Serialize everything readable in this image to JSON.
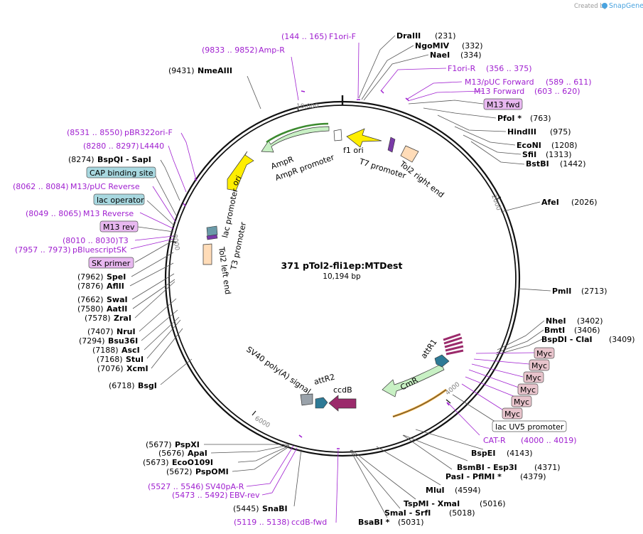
{
  "app": {
    "credit": "Created by",
    "brand": "SnapGene"
  },
  "map": {
    "name": "371 pTol2-fli1ep:MTDest",
    "length": "10,194 bp",
    "ticks": [
      "10,000",
      "2000",
      "4000",
      "6000",
      "8000"
    ]
  },
  "features": [
    {
      "label": "f1 ori",
      "color": "#ffee00"
    },
    {
      "label": "T7 promoter",
      "color": "#7a3aa8"
    },
    {
      "label": "Tol2 right end",
      "color": "#ffdcb8"
    },
    {
      "label": "AmpR",
      "color": "#c8f0c4"
    },
    {
      "label": "AmpR promoter",
      "color": "#c8f0c4"
    },
    {
      "label": "ori",
      "color": "#ffee00"
    },
    {
      "label": "lac promoter",
      "color": "#6a9aa8"
    },
    {
      "label": "T3 promoter",
      "color": "#7a3aa8"
    },
    {
      "label": "Tol2 left end",
      "color": "#ffdcb8"
    },
    {
      "label": "CmR",
      "color": "#c8f0c4"
    },
    {
      "label": "ccdB",
      "color": "#9b2a6b"
    },
    {
      "label": "attR1",
      "color": "#2e7a96"
    },
    {
      "label": "attR2",
      "color": "#2e7a96"
    },
    {
      "label": "SV40 poly(A) signal",
      "color": "#9aa2aa"
    }
  ],
  "labels_top": [
    {
      "pos": "(231)",
      "name": "DraIII"
    },
    {
      "pos": "(332)",
      "name": "NgoMIV"
    },
    {
      "pos": "(334)",
      "name": "NaeI"
    },
    {
      "pos": "(763)",
      "name": "PfoI *"
    },
    {
      "pos": "(975)",
      "name": "HindIII"
    },
    {
      "pos": "(1208)",
      "name": "EcoNI"
    },
    {
      "pos": "(1313)",
      "name": "SfiI"
    },
    {
      "pos": "(1442)",
      "name": "BstBI"
    },
    {
      "pos": "(2026)",
      "name": "AfeI"
    },
    {
      "pos": "(2713)",
      "name": "PmlI"
    },
    {
      "pos": "(3402)",
      "name": "NheI"
    },
    {
      "pos": "(3406)",
      "name": "BmtI"
    },
    {
      "pos": "(3409)",
      "name": "BspDI  -  ClaI"
    }
  ],
  "primers": [
    {
      "range": "(144 .. 165)",
      "name": "F1ori-F"
    },
    {
      "range": "(9833 .. 9852)",
      "name": "Amp-R"
    },
    {
      "range": "(356 .. 375)",
      "name": "F1ori-R"
    },
    {
      "range": "(589 .. 611)",
      "name": "M13/pUC Forward"
    },
    {
      "range": "(603 .. 620)",
      "name": "M13 Forward"
    },
    {
      "range": "(8531 .. 8550)",
      "name": "pBR322ori-F"
    },
    {
      "range": "(8280 .. 8297)",
      "name": "L4440"
    },
    {
      "range": "(8062 .. 8084)",
      "name": "M13/pUC Reverse"
    },
    {
      "range": "(8049 .. 8065)",
      "name": "M13 Reverse"
    },
    {
      "range": "(8010 .. 8030)",
      "name": "T3"
    },
    {
      "range": "(7957 .. 7973)",
      "name": "pBluescriptSK"
    },
    {
      "range": "(4000 .. 4019)",
      "name": "CAT-R"
    },
    {
      "range": "(5527 .. 5546)",
      "name": "SV40pA-R"
    },
    {
      "range": "(5473 .. 5492)",
      "name": "EBV-rev"
    },
    {
      "range": "(5119 .. 5138)",
      "name": "ccdB-fwd"
    }
  ],
  "boxed": {
    "m13fwd": "M13 fwd",
    "cap": "CAP binding site",
    "lacop": "lac operator",
    "m13rev": "M13 rev",
    "skprimer": "SK primer",
    "myc": "Myc",
    "lacuv5": "lac UV5 promoter"
  },
  "left_sites": [
    {
      "pos": "(9431)",
      "name": "NmeAIII"
    },
    {
      "pos": "(8274)",
      "name": "BspQI  -  SapI"
    },
    {
      "pos": "(7962)",
      "name": "SpeI"
    },
    {
      "pos": "(7876)",
      "name": "AflII"
    },
    {
      "pos": "(7662)",
      "name": "SwaI"
    },
    {
      "pos": "(7580)",
      "name": "AatII"
    },
    {
      "pos": "(7578)",
      "name": "ZraI"
    },
    {
      "pos": "(7407)",
      "name": "NruI"
    },
    {
      "pos": "(7294)",
      "name": "Bsu36I"
    },
    {
      "pos": "(7188)",
      "name": "AscI"
    },
    {
      "pos": "(7168)",
      "name": "StuI"
    },
    {
      "pos": "(7076)",
      "name": "XcmI"
    },
    {
      "pos": "(6718)",
      "name": "BsgI"
    },
    {
      "pos": "(5677)",
      "name": "PspXI"
    },
    {
      "pos": "(5676)",
      "name": "ApaI"
    },
    {
      "pos": "(5673)",
      "name": "EcoO109I"
    },
    {
      "pos": "(5672)",
      "name": "PspOMI"
    },
    {
      "pos": "(5445)",
      "name": "SnaBI"
    }
  ],
  "bottom_sites": [
    {
      "name": "BspEI",
      "pos": "(4143)"
    },
    {
      "name": "BsmBI  -  Esp3I",
      "pos": "(4371)"
    },
    {
      "name": "PasI  -  PflMI *",
      "pos": "(4379)"
    },
    {
      "name": "MluI",
      "pos": "(4594)"
    },
    {
      "name": "TspMI  -  XmaI",
      "pos": "(5016)"
    },
    {
      "name": "SmaI  -  SrfI",
      "pos": "(5018)"
    },
    {
      "name": "BsaBI *",
      "pos": "(5031)"
    }
  ]
}
